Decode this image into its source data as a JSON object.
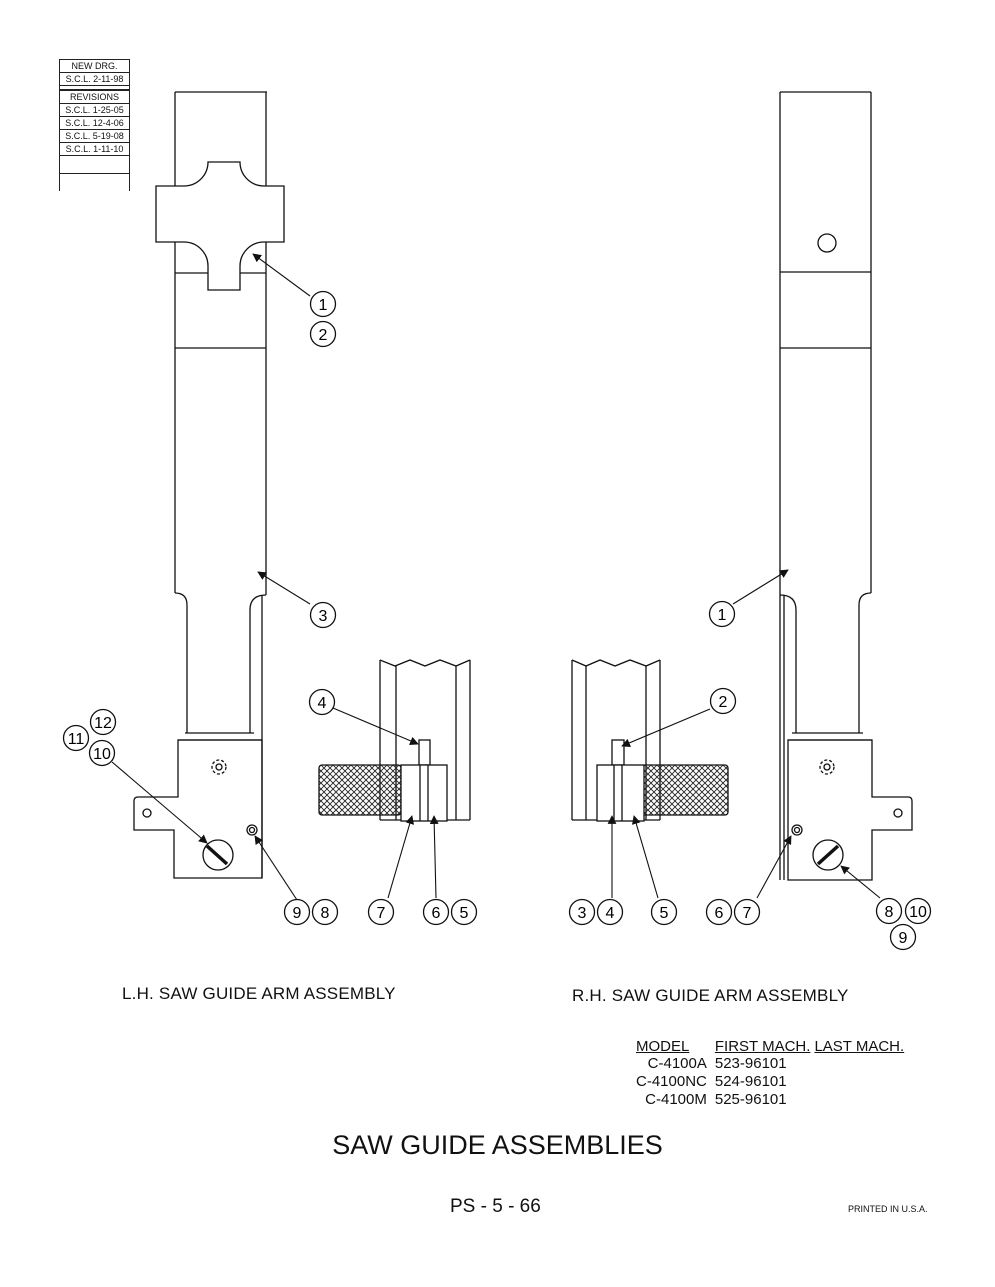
{
  "revision_block": {
    "new_drg_label": "NEW DRG.",
    "new_drg_date": "S.C.L. 2-11-98",
    "revisions_label": "REVISIONS",
    "revisions": [
      "S.C.L. 1-25-05",
      "S.C.L. 12-4-06",
      "S.C.L. 5-19-08",
      "S.C.L. 1-11-10"
    ]
  },
  "callouts": {
    "lh": [
      "1",
      "2",
      "3",
      "12",
      "11",
      "10",
      "4",
      "9",
      "8",
      "7",
      "6",
      "5"
    ],
    "rh": [
      "1",
      "2",
      "3",
      "4",
      "5",
      "6",
      "7",
      "8",
      "10",
      "9"
    ]
  },
  "captions": {
    "lh": "L.H. SAW GUIDE ARM ASSEMBLY",
    "rh": "R.H. SAW GUIDE ARM ASSEMBLY"
  },
  "model_table": {
    "headers": [
      "MODEL",
      "FIRST MACH.",
      "LAST MACH."
    ],
    "rows": [
      {
        "model": "C-4100A",
        "first": "523-96101",
        "last": ""
      },
      {
        "model": "C-4100NC",
        "first": "524-96101",
        "last": ""
      },
      {
        "model": "C-4100M",
        "first": "525-96101",
        "last": ""
      }
    ]
  },
  "title": "SAW GUIDE ASSEMBLIES",
  "page_number": "PS - 5 - 66",
  "printed_note": "PRINTED IN U.S.A."
}
